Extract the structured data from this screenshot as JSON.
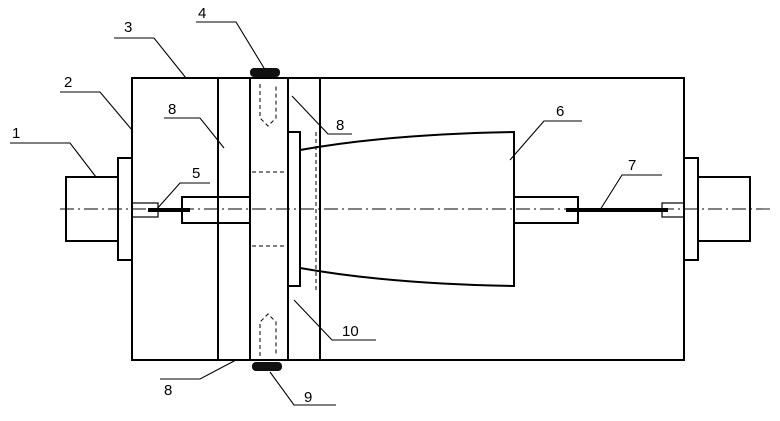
{
  "callouts": {
    "c1": "1",
    "c2": "2",
    "c3": "3",
    "c4": "4",
    "c5": "5",
    "c6": "6",
    "c7": "7",
    "c8_upper_left": "8",
    "c8_upper_right": "8",
    "c8_lower": "8",
    "c9": "9",
    "c10": "10"
  },
  "colors": {
    "stroke": "#000000",
    "background": "#ffffff",
    "filled_part": "#111111"
  }
}
